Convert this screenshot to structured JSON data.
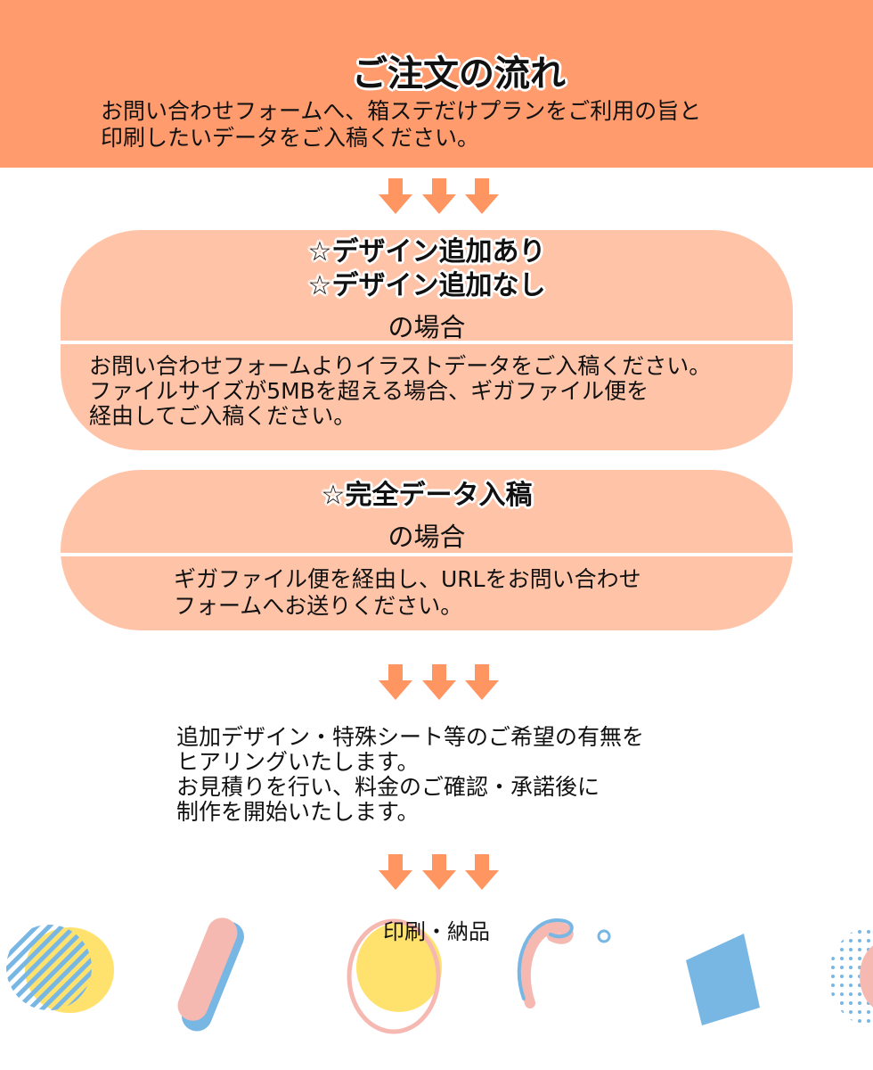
{
  "header": {
    "title": "ご注文の流れ",
    "lines": [
      "お問い合わせフォームへ、箱ステだけプランをご利用の旨と",
      "印刷したいデータをご入稿ください。"
    ]
  },
  "case1": {
    "titles": [
      "☆デザイン追加あり",
      "☆デザイン追加なし"
    ],
    "suffix": "の場合",
    "lines": [
      "お問い合わせフォームよりイラストデータをご入稿ください。",
      "ファイルサイズが5MBを超える場合、ギガファイル便を",
      "経由してご入稿ください。"
    ]
  },
  "case2": {
    "title": "☆完全データ入稿",
    "suffix": "の場合",
    "lines": [
      "ギガファイル便を経由し、URLをお問い合わせ",
      "フォームへお送りください。"
    ]
  },
  "step3": {
    "lines": [
      "追加デザイン・特殊シート等のご希望の有無を",
      "ヒアリングいたします。",
      "お見積りを行い、料金のご確認・承諾後に",
      "制作を開始いたします。"
    ]
  },
  "step4": {
    "label": "印刷・納品"
  },
  "colors": {
    "header": "#ff9b6d",
    "pill": "#ffc4a8",
    "arrow": "#ff9560",
    "blue": "#78b6e4",
    "yellow": "#ffe26e",
    "pink": "#f6b9b1"
  }
}
